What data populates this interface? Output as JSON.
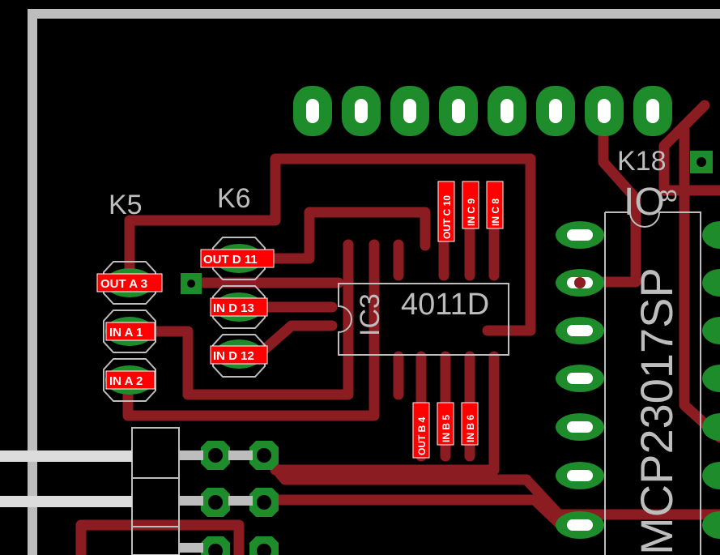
{
  "colors": {
    "background": "#000000",
    "trace": "#8b1c22",
    "pad": "#1e8c2a",
    "silkscreen": "#bdbdbd",
    "label_bg": "#ff0000",
    "label_text": "#ffffff"
  },
  "connectors": {
    "k5": "K5",
    "k6": "K6",
    "k18": "K18",
    "io8": "IO",
    "io8_num": "8"
  },
  "ic3": {
    "name": "4011D",
    "designator": "IC3"
  },
  "mcp": {
    "name": "MCP23017SP"
  },
  "labels": {
    "out_a3": "OUT A 3",
    "in_a1": "IN A 1",
    "in_a2": "IN A 2",
    "out_d11": "OUT D 11",
    "in_d13": "IN D 13",
    "in_d12": "IN D 12",
    "out_c10": "OUT C 10",
    "in_c9": "IN C 9",
    "in_c8": "IN C 8",
    "out_b4": "OUT B 4",
    "in_b5": "IN B 5",
    "in_b6": "IN B 6"
  }
}
